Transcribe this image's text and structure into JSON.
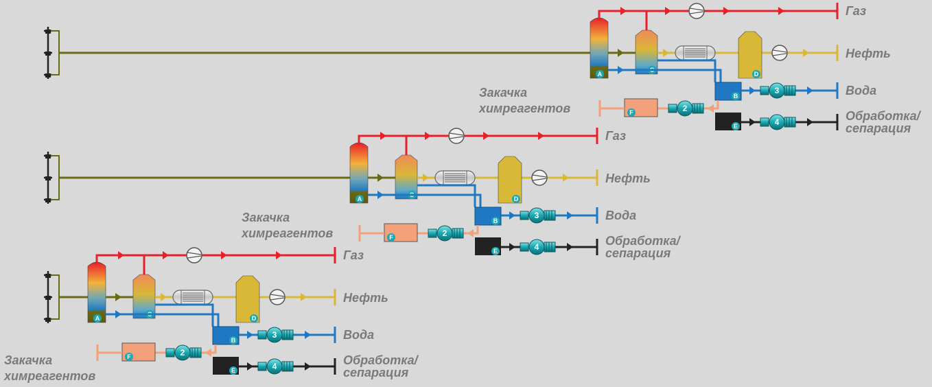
{
  "diagram": {
    "colors": {
      "background": "#d9d9d9",
      "gas": "#e8202a",
      "oil": "#d9b737",
      "well_line": "#6b6a14",
      "water": "#1f78c1",
      "chemical": "#f4a07a",
      "disposal": "#222222",
      "pump": "#1aa8b2"
    },
    "units": [
      {
        "labels": {
          "gas": "Газ",
          "oil": "Нефть",
          "water": "Вода",
          "treatment": [
            "Обработка/",
            "сепарация"
          ],
          "injection": [
            "Закачка",
            "химреагентов"
          ]
        },
        "vessel_tags": [
          "A",
          "B",
          "C",
          "D",
          "E",
          "F"
        ],
        "pump_numbers": [
          "2",
          "3",
          "4"
        ]
      },
      {
        "labels": {
          "gas": "Газ",
          "oil": "Нефть",
          "water": "Вода",
          "treatment": [
            "Обработка/",
            "сепарация"
          ],
          "injection": [
            "Закачка",
            "химреагентов"
          ]
        },
        "vessel_tags": [
          "A",
          "B",
          "C",
          "D",
          "E",
          "F"
        ],
        "pump_numbers": [
          "2",
          "3",
          "4"
        ]
      },
      {
        "labels": {
          "gas": "Газ",
          "oil": "Нефть",
          "water": "Вода",
          "treatment": [
            "Обработка/",
            "сепарация"
          ],
          "injection": [
            "Закачка",
            "химреагентов"
          ]
        },
        "vessel_tags": [
          "A",
          "B",
          "C",
          "D",
          "E",
          "F"
        ],
        "pump_numbers": [
          "2",
          "3",
          "4"
        ]
      }
    ]
  }
}
